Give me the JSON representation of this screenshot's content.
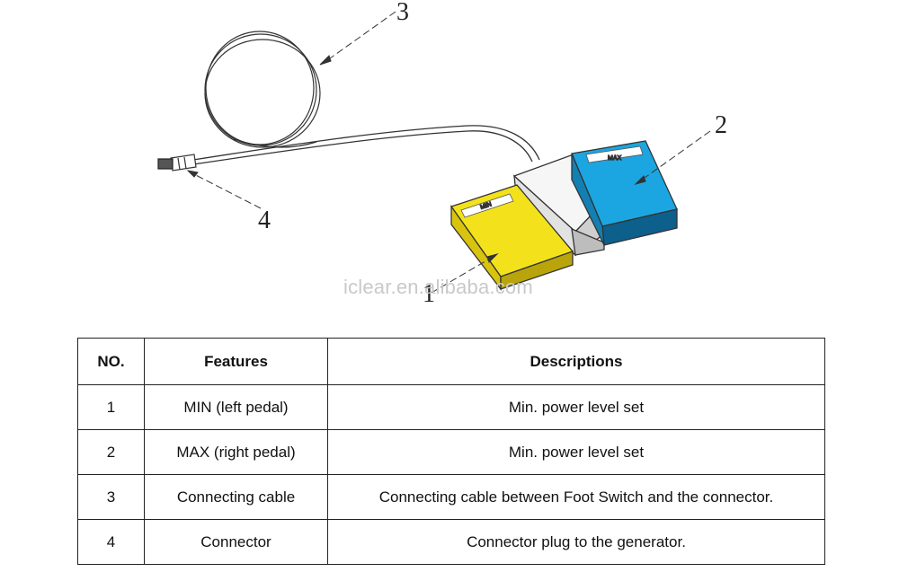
{
  "diagram": {
    "callouts": [
      "1",
      "2",
      "3",
      "4"
    ],
    "pedal_labels": {
      "left": "MIN",
      "right": "MAX"
    },
    "colors": {
      "left_pedal": "#f2e21a",
      "right_pedal": "#1aa8e4",
      "housing": "#f4f4f4",
      "outline": "#333333"
    },
    "watermark": "iclear.en.alibaba.com"
  },
  "table": {
    "headers": [
      "NO.",
      "Features",
      "Descriptions"
    ],
    "rows": [
      [
        "1",
        "MIN (left pedal)",
        "Min. power level set"
      ],
      [
        "2",
        "MAX (right pedal)",
        "Min. power level set"
      ],
      [
        "3",
        "Connecting cable",
        "Connecting cable between Foot Switch and the connector."
      ],
      [
        "4",
        "Connector",
        "Connector plug to the generator."
      ]
    ]
  }
}
